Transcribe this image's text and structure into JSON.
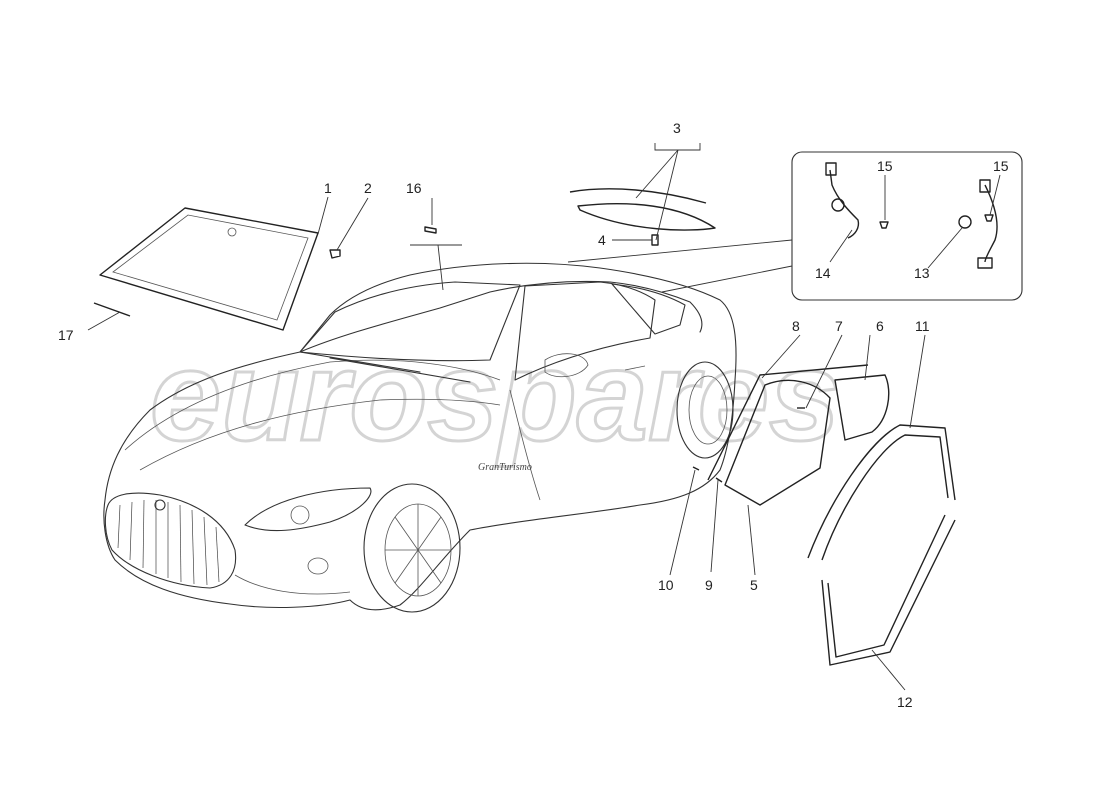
{
  "watermark": "eurospares",
  "callouts": [
    {
      "id": "c1",
      "label": "1"
    },
    {
      "id": "c2",
      "label": "2"
    },
    {
      "id": "c3",
      "label": "3"
    },
    {
      "id": "c4",
      "label": "4"
    },
    {
      "id": "c5",
      "label": "5"
    },
    {
      "id": "c6",
      "label": "6"
    },
    {
      "id": "c7",
      "label": "7"
    },
    {
      "id": "c8",
      "label": "8"
    },
    {
      "id": "c9",
      "label": "9"
    },
    {
      "id": "c10",
      "label": "10"
    },
    {
      "id": "c11",
      "label": "11"
    },
    {
      "id": "c12",
      "label": "12"
    },
    {
      "id": "c13",
      "label": "13"
    },
    {
      "id": "c14",
      "label": "14"
    },
    {
      "id": "c15a",
      "label": "15"
    },
    {
      "id": "c15b",
      "label": "15"
    },
    {
      "id": "c16",
      "label": "16"
    },
    {
      "id": "c17",
      "label": "17"
    }
  ],
  "badge_text": "GranTurismo"
}
